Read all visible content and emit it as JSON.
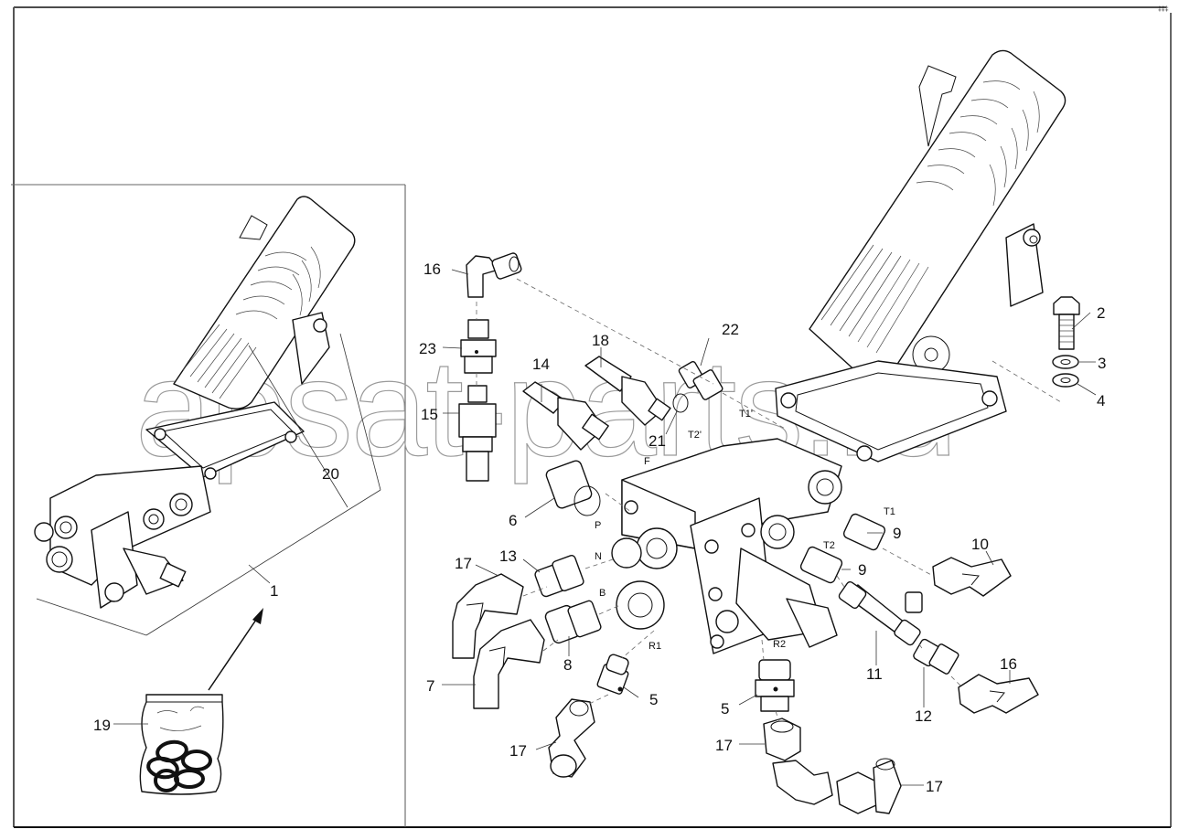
{
  "diagram": {
    "type": "exploded-parts-diagram",
    "subject": "foot pedal hydraulic valve assembly",
    "watermark": "apsat-parts.ru",
    "corner_mark": "‡‡‡",
    "inset": {
      "assembly_callouts": [
        {
          "id": "1",
          "label": "1"
        },
        {
          "id": "20",
          "label": "20"
        }
      ],
      "kit_callout": {
        "id": "19",
        "label": "19"
      }
    },
    "callouts": [
      {
        "id": "2",
        "label": "2"
      },
      {
        "id": "3",
        "label": "3"
      },
      {
        "id": "4",
        "label": "4"
      },
      {
        "id": "5a",
        "label": "5"
      },
      {
        "id": "5b",
        "label": "5"
      },
      {
        "id": "6",
        "label": "6"
      },
      {
        "id": "7",
        "label": "7"
      },
      {
        "id": "8",
        "label": "8"
      },
      {
        "id": "9a",
        "label": "9"
      },
      {
        "id": "9b",
        "label": "9"
      },
      {
        "id": "10",
        "label": "10"
      },
      {
        "id": "11",
        "label": "11"
      },
      {
        "id": "12",
        "label": "12"
      },
      {
        "id": "13",
        "label": "13"
      },
      {
        "id": "14",
        "label": "14"
      },
      {
        "id": "15",
        "label": "15"
      },
      {
        "id": "16a",
        "label": "16"
      },
      {
        "id": "16b",
        "label": "16"
      },
      {
        "id": "17a",
        "label": "17"
      },
      {
        "id": "17b",
        "label": "17"
      },
      {
        "id": "17c",
        "label": "17"
      },
      {
        "id": "17d",
        "label": "17"
      },
      {
        "id": "18",
        "label": "18"
      },
      {
        "id": "21",
        "label": "21"
      },
      {
        "id": "22",
        "label": "22"
      },
      {
        "id": "23",
        "label": "23"
      }
    ],
    "ports": [
      {
        "id": "P",
        "label": "P"
      },
      {
        "id": "N",
        "label": "N"
      },
      {
        "id": "B",
        "label": "B"
      },
      {
        "id": "F",
        "label": "F"
      },
      {
        "id": "R1",
        "label": "R1"
      },
      {
        "id": "R2",
        "label": "R2"
      },
      {
        "id": "T1",
        "label": "T1"
      },
      {
        "id": "T2",
        "label": "T2"
      },
      {
        "id": "T1p",
        "label": "T1'"
      },
      {
        "id": "T2p",
        "label": "T2'"
      }
    ]
  }
}
